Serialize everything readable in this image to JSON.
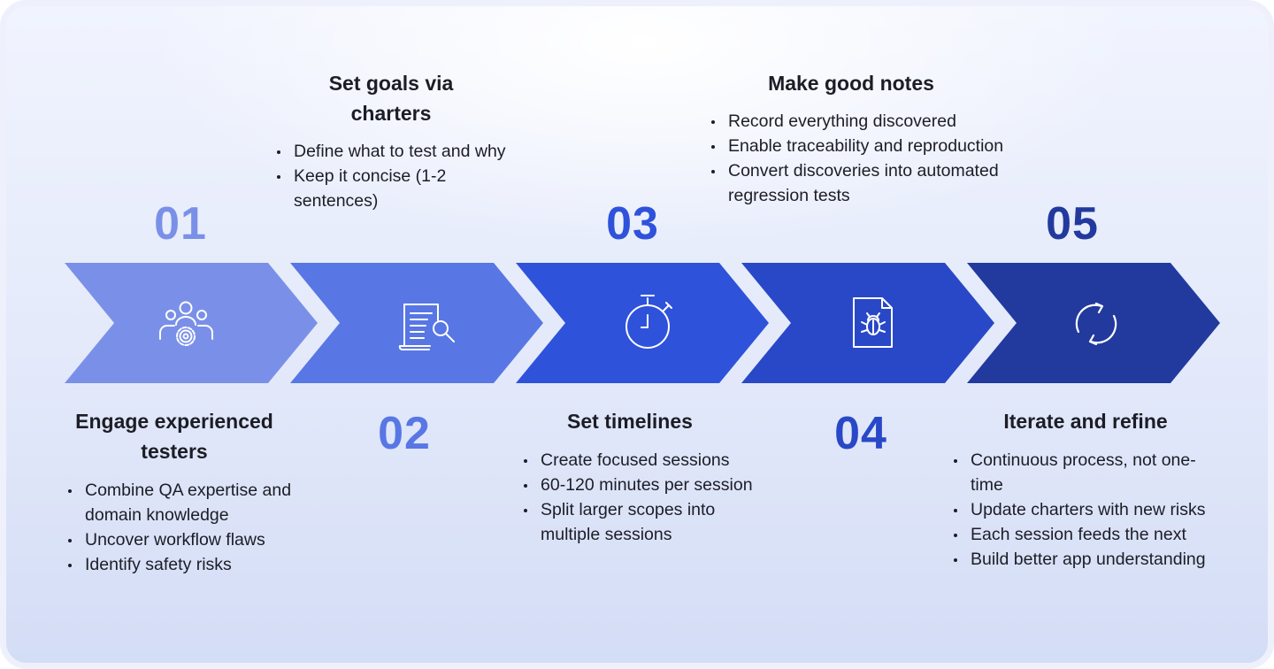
{
  "colors": {
    "step1": "#7a90e8",
    "step2": "#5877e5",
    "step3": "#2f52db",
    "step4": "#2948c8",
    "step5": "#223a9e"
  },
  "steps": [
    {
      "number": "01",
      "title": "Engage experienced testers",
      "icon": "team-gear-icon",
      "points": [
        "Combine QA expertise and domain knowledge",
        "Uncover workflow flaws",
        "Identify safety risks"
      ]
    },
    {
      "number": "02",
      "title": "Set goals via charters",
      "icon": "document-search-icon",
      "points": [
        "Define what to test and why",
        "Keep it concise (1-2 sentences)"
      ]
    },
    {
      "number": "03",
      "title": "Set timelines",
      "icon": "stopwatch-icon",
      "points": [
        "Create focused sessions",
        "60-120 minutes per session",
        "Split larger scopes into multiple sessions"
      ]
    },
    {
      "number": "04",
      "title": "Make good notes",
      "icon": "bug-report-icon",
      "points": [
        "Record everything discovered",
        "Enable traceability and reproduction",
        "Convert discoveries into automated regression tests"
      ]
    },
    {
      "number": "05",
      "title": "Iterate and refine",
      "icon": "refresh-cycle-icon",
      "points": [
        "Continuous process, not one-time",
        "Update charters with new risks",
        "Each session feeds the next",
        "Build better app understanding"
      ]
    }
  ]
}
